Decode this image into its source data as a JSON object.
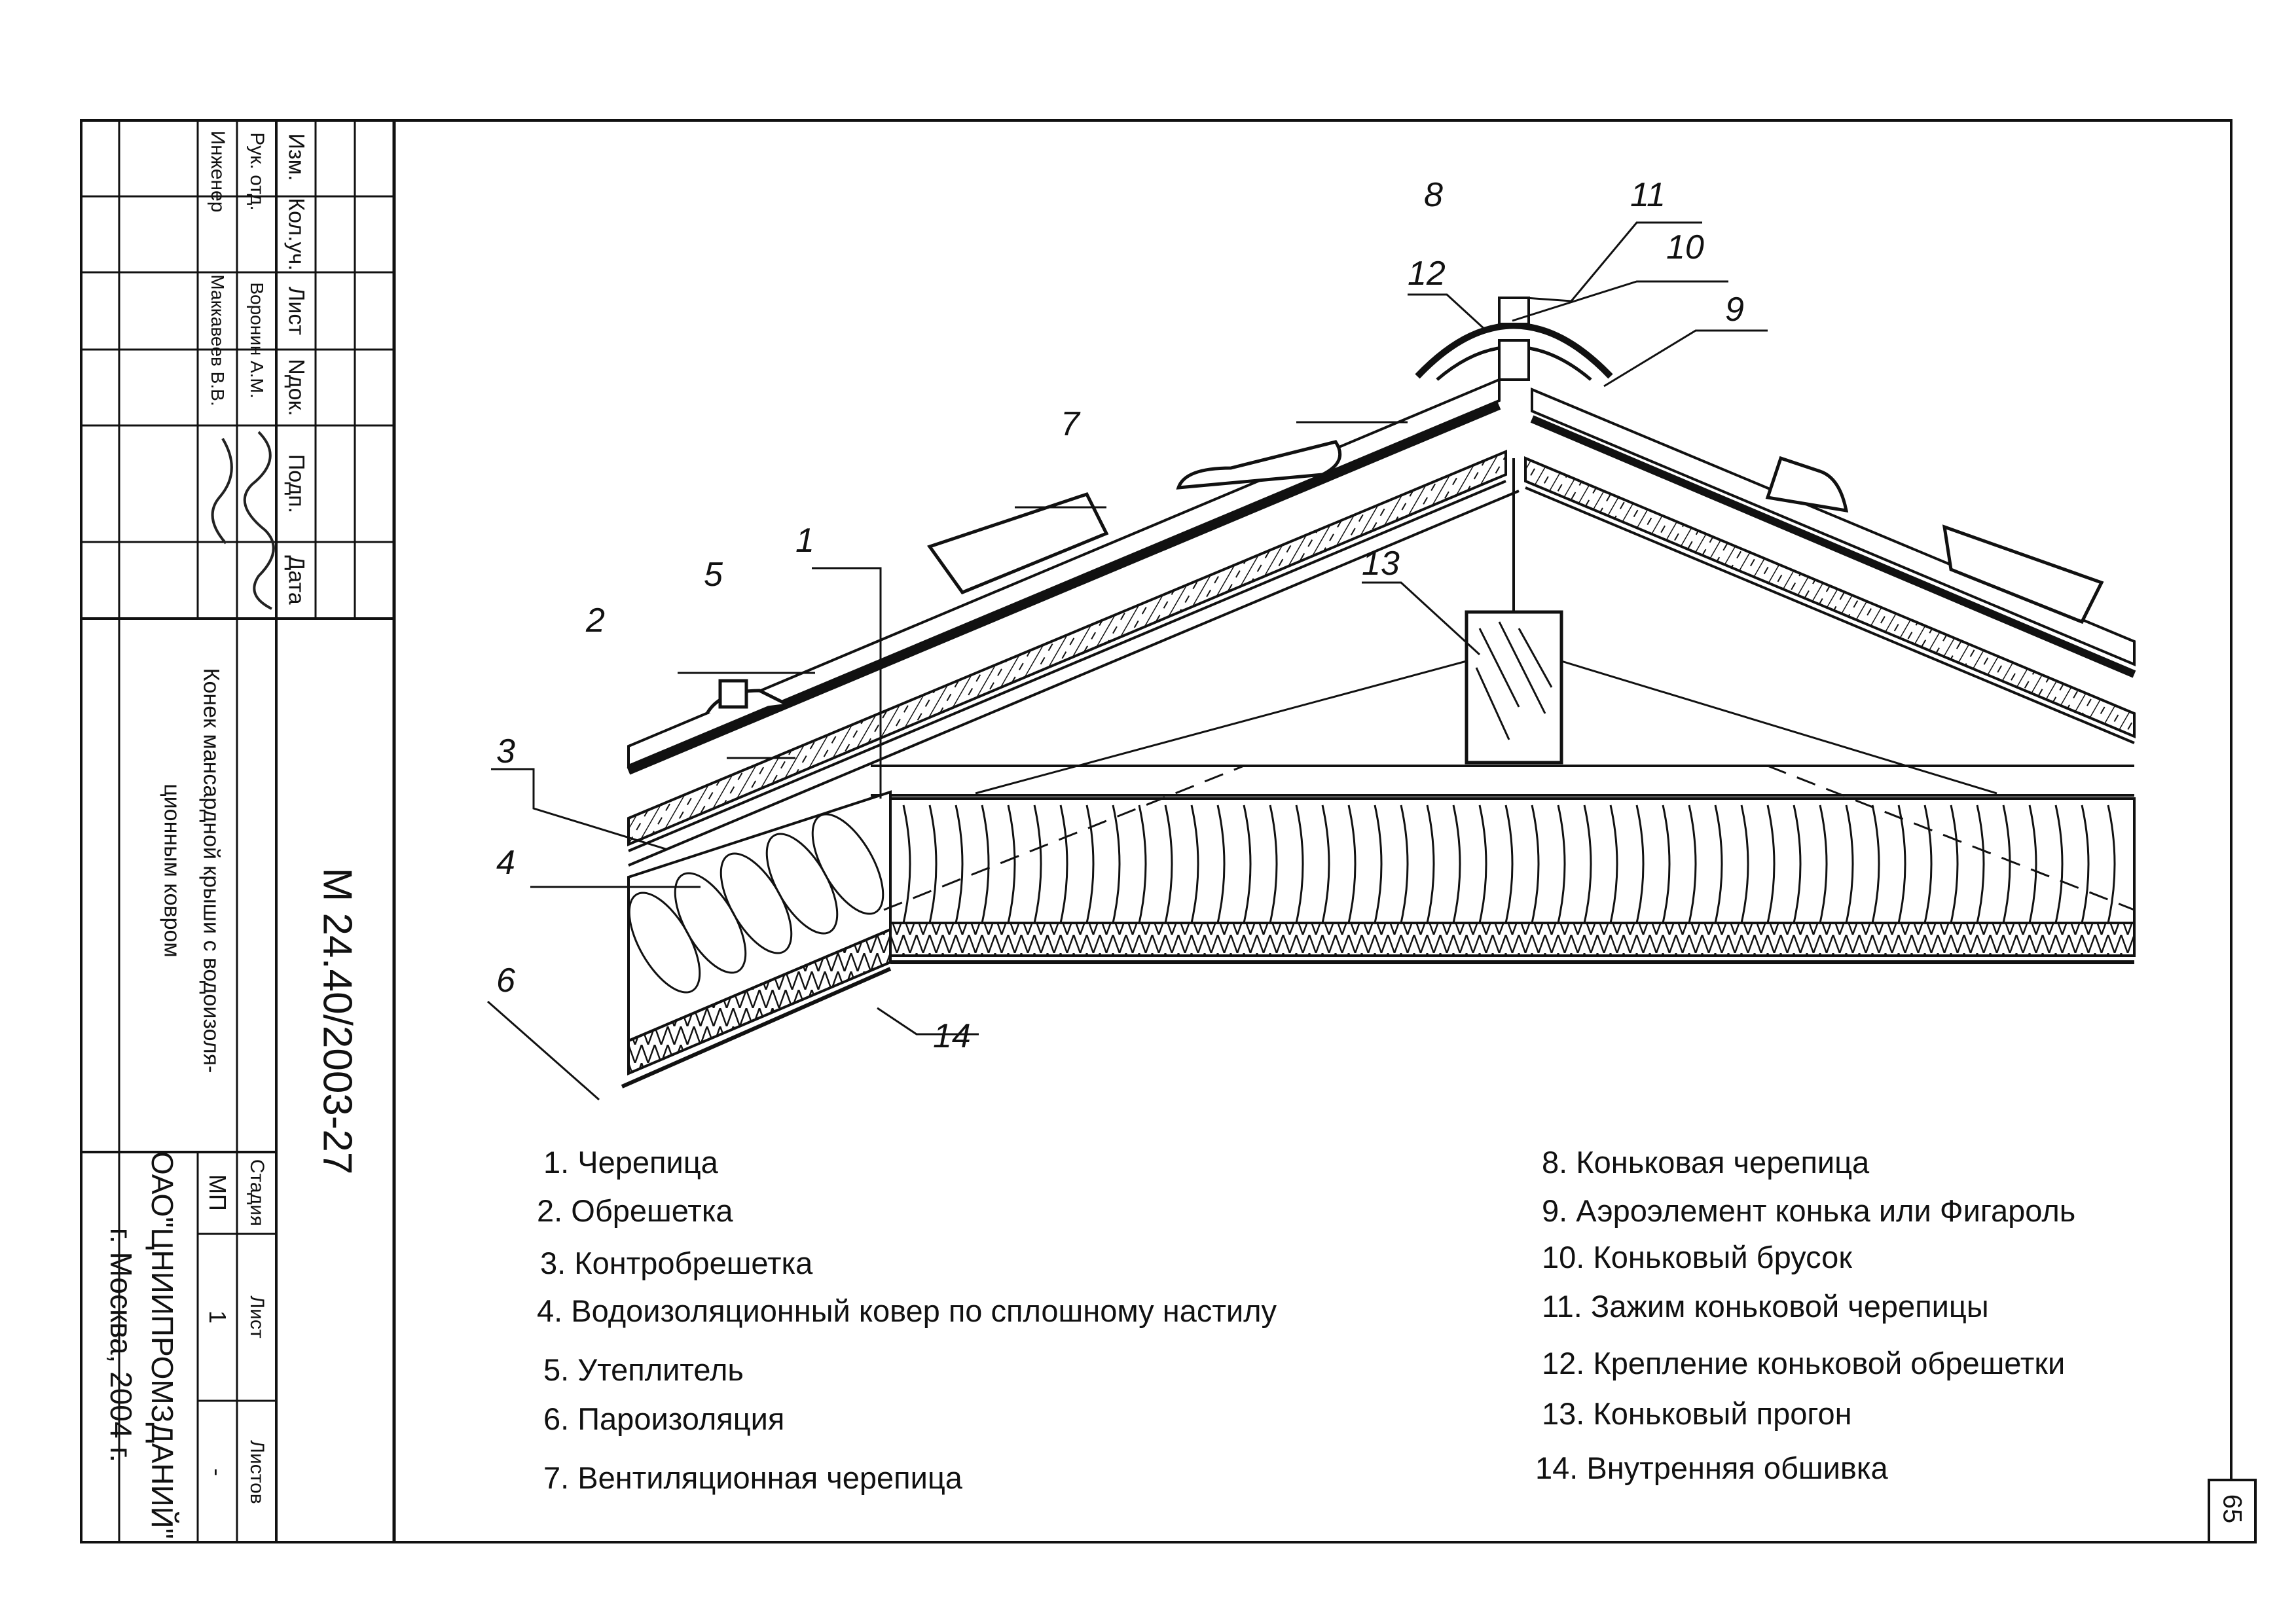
{
  "title_block": {
    "headers": [
      "Изм.",
      "Кол.уч.",
      "Лист",
      "Nдок.",
      "Подп.",
      "Дата"
    ],
    "roles": [
      "Рук. отд.",
      "Инженер"
    ],
    "names": [
      "Воронин А.М.",
      "Маккавеев В.В."
    ],
    "drawing_code": "М 24.40/2003-27",
    "drawing_title_line1": "Конек мансардной крыши с водоизоля-",
    "drawing_title_line2": "ционным ковром",
    "stage_header": "Стадия",
    "sheet_header": "Лист",
    "sheets_header": "Листов",
    "stage_value": "МП",
    "sheet_value": "1",
    "sheets_value": "-",
    "org_line1": "ОАО\"ЦНИИПРОМЗДАНИЙ\"",
    "org_line2": "г. Москва, 2004 г."
  },
  "page_number": "65",
  "callouts": [
    "1",
    "2",
    "3",
    "4",
    "5",
    "6",
    "7",
    "8",
    "9",
    "10",
    "11",
    "12",
    "13",
    "14"
  ],
  "legend_left": [
    "1. Черепица",
    "2. Обрешетка",
    "3. Контробрешетка",
    "4. Водоизоляционный ковер по сплошному настилу",
    "5. Утеплитель",
    "6. Пароизоляция",
    "7. Вентиляционная черепица"
  ],
  "legend_right": [
    "8. Коньковая черепица",
    "9. Аэроэлемент конька или Фигароль",
    "10. Коньковый брусок",
    "11. Зажим коньковой черепицы",
    "12. Крепление коньковой обрешетки",
    "13. Коньковый прогон",
    "14. Внутренняя обшивка"
  ]
}
